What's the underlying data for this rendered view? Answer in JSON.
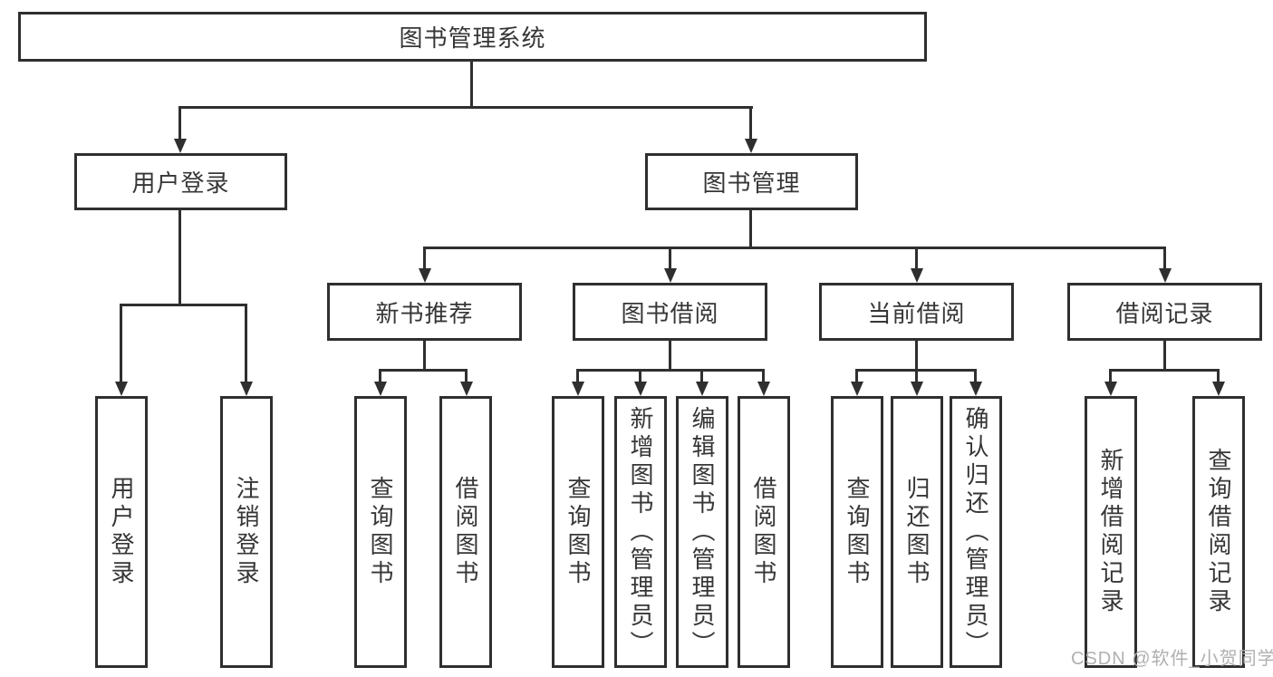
{
  "title": "图书管理系统",
  "nodes": {
    "root": "图书管理系统",
    "user_login": "用户登录",
    "book_mgmt": "图书管理",
    "new_books": "新书推荐",
    "book_borrow": "图书借阅",
    "current_borrow": "当前借阅",
    "borrow_records": "借阅记录"
  },
  "leaves": {
    "user_login": [
      "用户登录",
      "注销登录"
    ],
    "new_books": [
      "查询图书",
      "借阅图书"
    ],
    "book_borrow": [
      "查询图书",
      "新增图书（管理员）",
      "编辑图书（管理员）",
      "借阅图书"
    ],
    "current_borrow": [
      "查询图书",
      "归还图书",
      "确认归还（管理员）"
    ],
    "borrow_records": [
      "新增借阅记录",
      "查询借阅记录"
    ]
  },
  "hierarchy": {
    "图书管理系统": {
      "用户登录": [
        "用户登录",
        "注销登录"
      ],
      "图书管理": {
        "新书推荐": [
          "查询图书",
          "借阅图书"
        ],
        "图书借阅": [
          "查询图书",
          "新增图书（管理员）",
          "编辑图书（管理员）",
          "借阅图书"
        ],
        "当前借阅": [
          "查询图书",
          "归还图书",
          "确认归还（管理员）"
        ],
        "借阅记录": [
          "新增借阅记录",
          "查询借阅记录"
        ]
      }
    }
  },
  "watermark": "CSDN @软件_小贺同学",
  "colors": {
    "line": "#2f2f2f",
    "text": "#363636",
    "watermark": "#b0b0b0",
    "background": "#ffffff"
  }
}
